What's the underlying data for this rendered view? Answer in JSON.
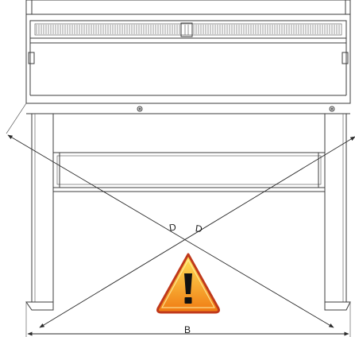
{
  "labels": {
    "diagonal_a": "D",
    "diagonal_b": "D",
    "width": "B"
  },
  "colors": {
    "line": "#3c3c3c",
    "warning_fill_top": "#ffd23a",
    "warning_fill_bottom": "#f07a12",
    "warning_border": "#c0391b",
    "warning_mark": "#111111"
  },
  "icons": {
    "warning": "warning-triangle-icon"
  }
}
